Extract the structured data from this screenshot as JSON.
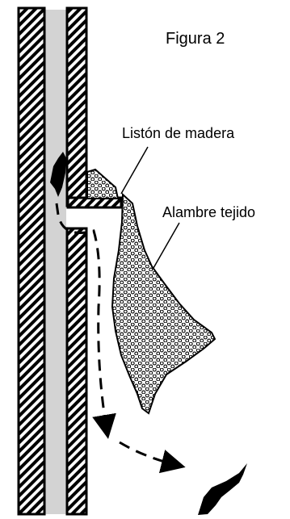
{
  "figure": {
    "title": "Figura 2",
    "labels": {
      "wood_strip": "Listón de madera",
      "woven_wire": "Alambre tejido"
    }
  },
  "colors": {
    "ink": "#000000",
    "cavity": "#d3d3d3",
    "background": "#ffffff"
  },
  "icons": [
    "brick-wall-hatch",
    "wire-mesh",
    "bird-silhouette",
    "dashed-arrow"
  ]
}
